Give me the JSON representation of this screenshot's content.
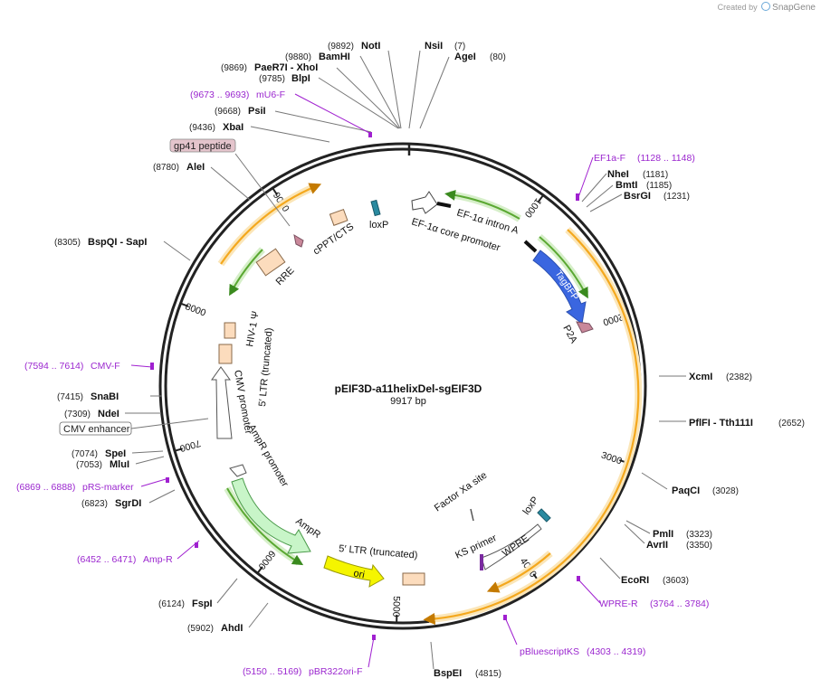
{
  "brand": {
    "prefix": "Created by",
    "name": "SnapGene"
  },
  "plasmid": {
    "name": "pEIF3D-a11helixDel-sgEIF3D",
    "size_label": "9917 bp",
    "length": 9917
  },
  "ticks": [
    "1000",
    "2000",
    "3000",
    "4000",
    "5000",
    "6000",
    "7000",
    "8000",
    "9000"
  ],
  "sites": [
    {
      "name": "NotI",
      "pos": "(9892)",
      "bp": 9892
    },
    {
      "name": "BamHI",
      "pos": "(9880)",
      "bp": 9880
    },
    {
      "name": "PaeR7I - XhoI",
      "pos": "(9869)",
      "bp": 9869
    },
    {
      "name": "BlpI",
      "pos": "(9785)",
      "bp": 9785
    },
    {
      "name": "PsiI",
      "pos": "(9668)",
      "bp": 9668
    },
    {
      "name": "XbaI",
      "pos": "(9436)",
      "bp": 9436
    },
    {
      "name": "AleI",
      "pos": "(8780)",
      "bp": 8780
    },
    {
      "name": "BspQI - SapI",
      "pos": "(8305)",
      "bp": 8305
    },
    {
      "name": "SnaBI",
      "pos": "(7415)",
      "bp": 7415
    },
    {
      "name": "NdeI",
      "pos": "(7309)",
      "bp": 7309
    },
    {
      "name": "SpeI",
      "pos": "(7074)",
      "bp": 7074
    },
    {
      "name": "MluI",
      "pos": "(7053)",
      "bp": 7053
    },
    {
      "name": "SgrDI",
      "pos": "(6823)",
      "bp": 6823
    },
    {
      "name": "FspI",
      "pos": "(6124)",
      "bp": 6124
    },
    {
      "name": "AhdI",
      "pos": "(5902)",
      "bp": 5902
    },
    {
      "name": "BspEI",
      "pos": "(4815)",
      "bp": 4815
    },
    {
      "name": "NsiI",
      "pos": "(7)",
      "bp": 7
    },
    {
      "name": "AgeI",
      "pos": "(80)",
      "bp": 80
    },
    {
      "name": "NheI",
      "pos": "(1181)",
      "bp": 1181
    },
    {
      "name": "BmtI",
      "pos": "(1185)",
      "bp": 1185
    },
    {
      "name": "BsrGI",
      "pos": "(1231)",
      "bp": 1231
    },
    {
      "name": "XcmI",
      "pos": "(2382)",
      "bp": 2382
    },
    {
      "name": "PflFI - Tth111I",
      "pos": "(2652)",
      "bp": 2652
    },
    {
      "name": "PaqCI",
      "pos": "(3028)",
      "bp": 3028
    },
    {
      "name": "PmlI",
      "pos": "(3323)",
      "bp": 3323
    },
    {
      "name": "AvrII",
      "pos": "(3350)",
      "bp": 3350
    },
    {
      "name": "EcoRI",
      "pos": "(3603)",
      "bp": 3603
    }
  ],
  "primers": [
    {
      "name": "mU6-F",
      "pos": "(9673 .. 9693)"
    },
    {
      "name": "EF1a-F",
      "pos": "(1128 .. 1148)"
    },
    {
      "name": "CMV-F",
      "pos": "(7594 .. 7614)"
    },
    {
      "name": "pRS-marker",
      "pos": "(6869 .. 6888)"
    },
    {
      "name": "Amp-R",
      "pos": "(6452 .. 6471)"
    },
    {
      "name": "WPRE-R",
      "pos": "(3764 .. 3784)"
    },
    {
      "name": "pBluescriptKS",
      "pos": "(4303 .. 4319)"
    },
    {
      "name": "pBR322ori-F",
      "pos": "(5150 .. 5169)"
    }
  ],
  "features": {
    "gp41": "gp41 peptide",
    "cmv_enhancer": "CMV enhancer",
    "cppt": "cPPT/CTS",
    "loxp1": "loxP",
    "ef1a_intron": "EF-1α intron A",
    "ef1a_core": "EF-1α core promoter",
    "tagbfp": "TagBFP",
    "p2a": "P2A",
    "rre": "RRE",
    "hiv_psi": "HIV-1 Ψ",
    "ltr5": "5′ LTR (truncated)",
    "cmv_promoter": "CMV promoter",
    "ampr_promoter": "AmpR promoter",
    "ampr": "AmpR",
    "ori": "ori",
    "ltr5b": "5′ LTR (truncated)",
    "factor_xa": "Factor Xa site",
    "ks_primer": "KS primer",
    "wpre": "WPRE",
    "loxp2": "loxP"
  },
  "colors": {
    "backbone": "#222222",
    "orf": "#f4a81e",
    "orf_halo": "#fbe6b8",
    "promoter": "#5aa832",
    "promoter_halo": "#d6efc9",
    "tagbfp": "#3a66e0",
    "ori": "#f5f500",
    "misc": "#fcdcbd",
    "primer": "#a020d0",
    "gp41_fill": "#e4c4cc"
  }
}
